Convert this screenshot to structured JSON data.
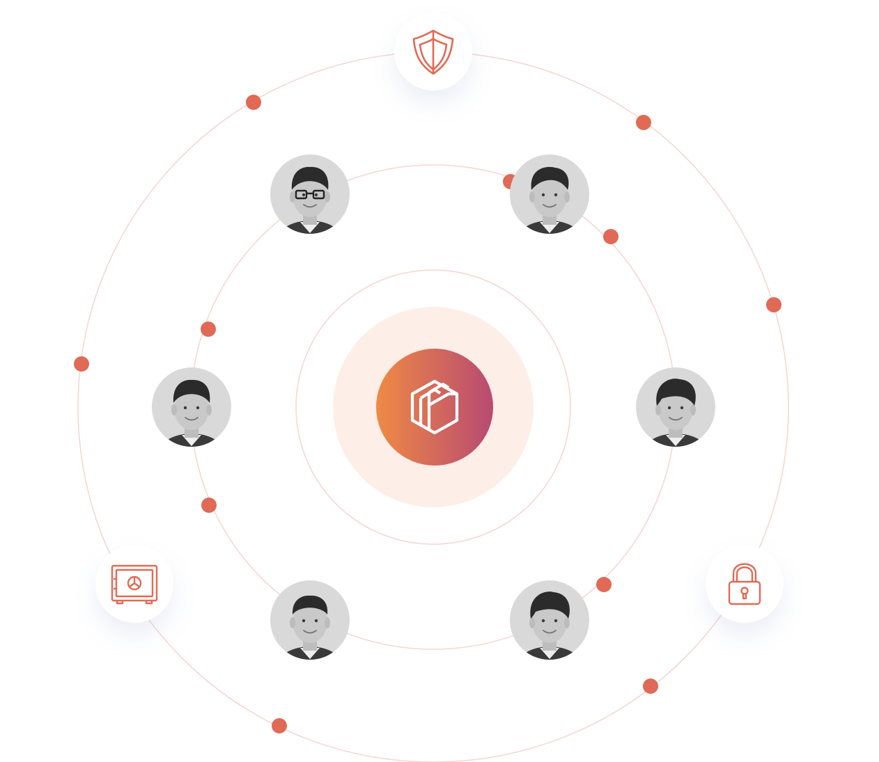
{
  "colors": {
    "accent": "#e06a55",
    "ring": "#f5d7d3",
    "halo": "#fdeee8",
    "gradient_start": "#ef8a45",
    "gradient_end": "#b84a72",
    "avatar_bg": "#d9d9d9",
    "skin": "#c9c9c9",
    "hair": "#2b2b2b",
    "shirt": "#3a3a3a"
  },
  "center": {
    "icon": "cube-logo-icon"
  },
  "feature_icons": [
    {
      "name": "shield-icon"
    },
    {
      "name": "safe-icon"
    },
    {
      "name": "padlock-icon"
    }
  ],
  "people": [
    {
      "name": "person-glasses",
      "hair": "short",
      "glasses": true
    },
    {
      "name": "person-blond",
      "hair": "swept",
      "glasses": false
    },
    {
      "name": "person-smiling-left",
      "hair": "short",
      "glasses": false
    },
    {
      "name": "person-smiling-right",
      "hair": "fringe",
      "glasses": false
    },
    {
      "name": "person-bottom-left",
      "hair": "buzz",
      "glasses": false
    },
    {
      "name": "person-bottom-right",
      "hair": "fringe",
      "glasses": false
    }
  ]
}
